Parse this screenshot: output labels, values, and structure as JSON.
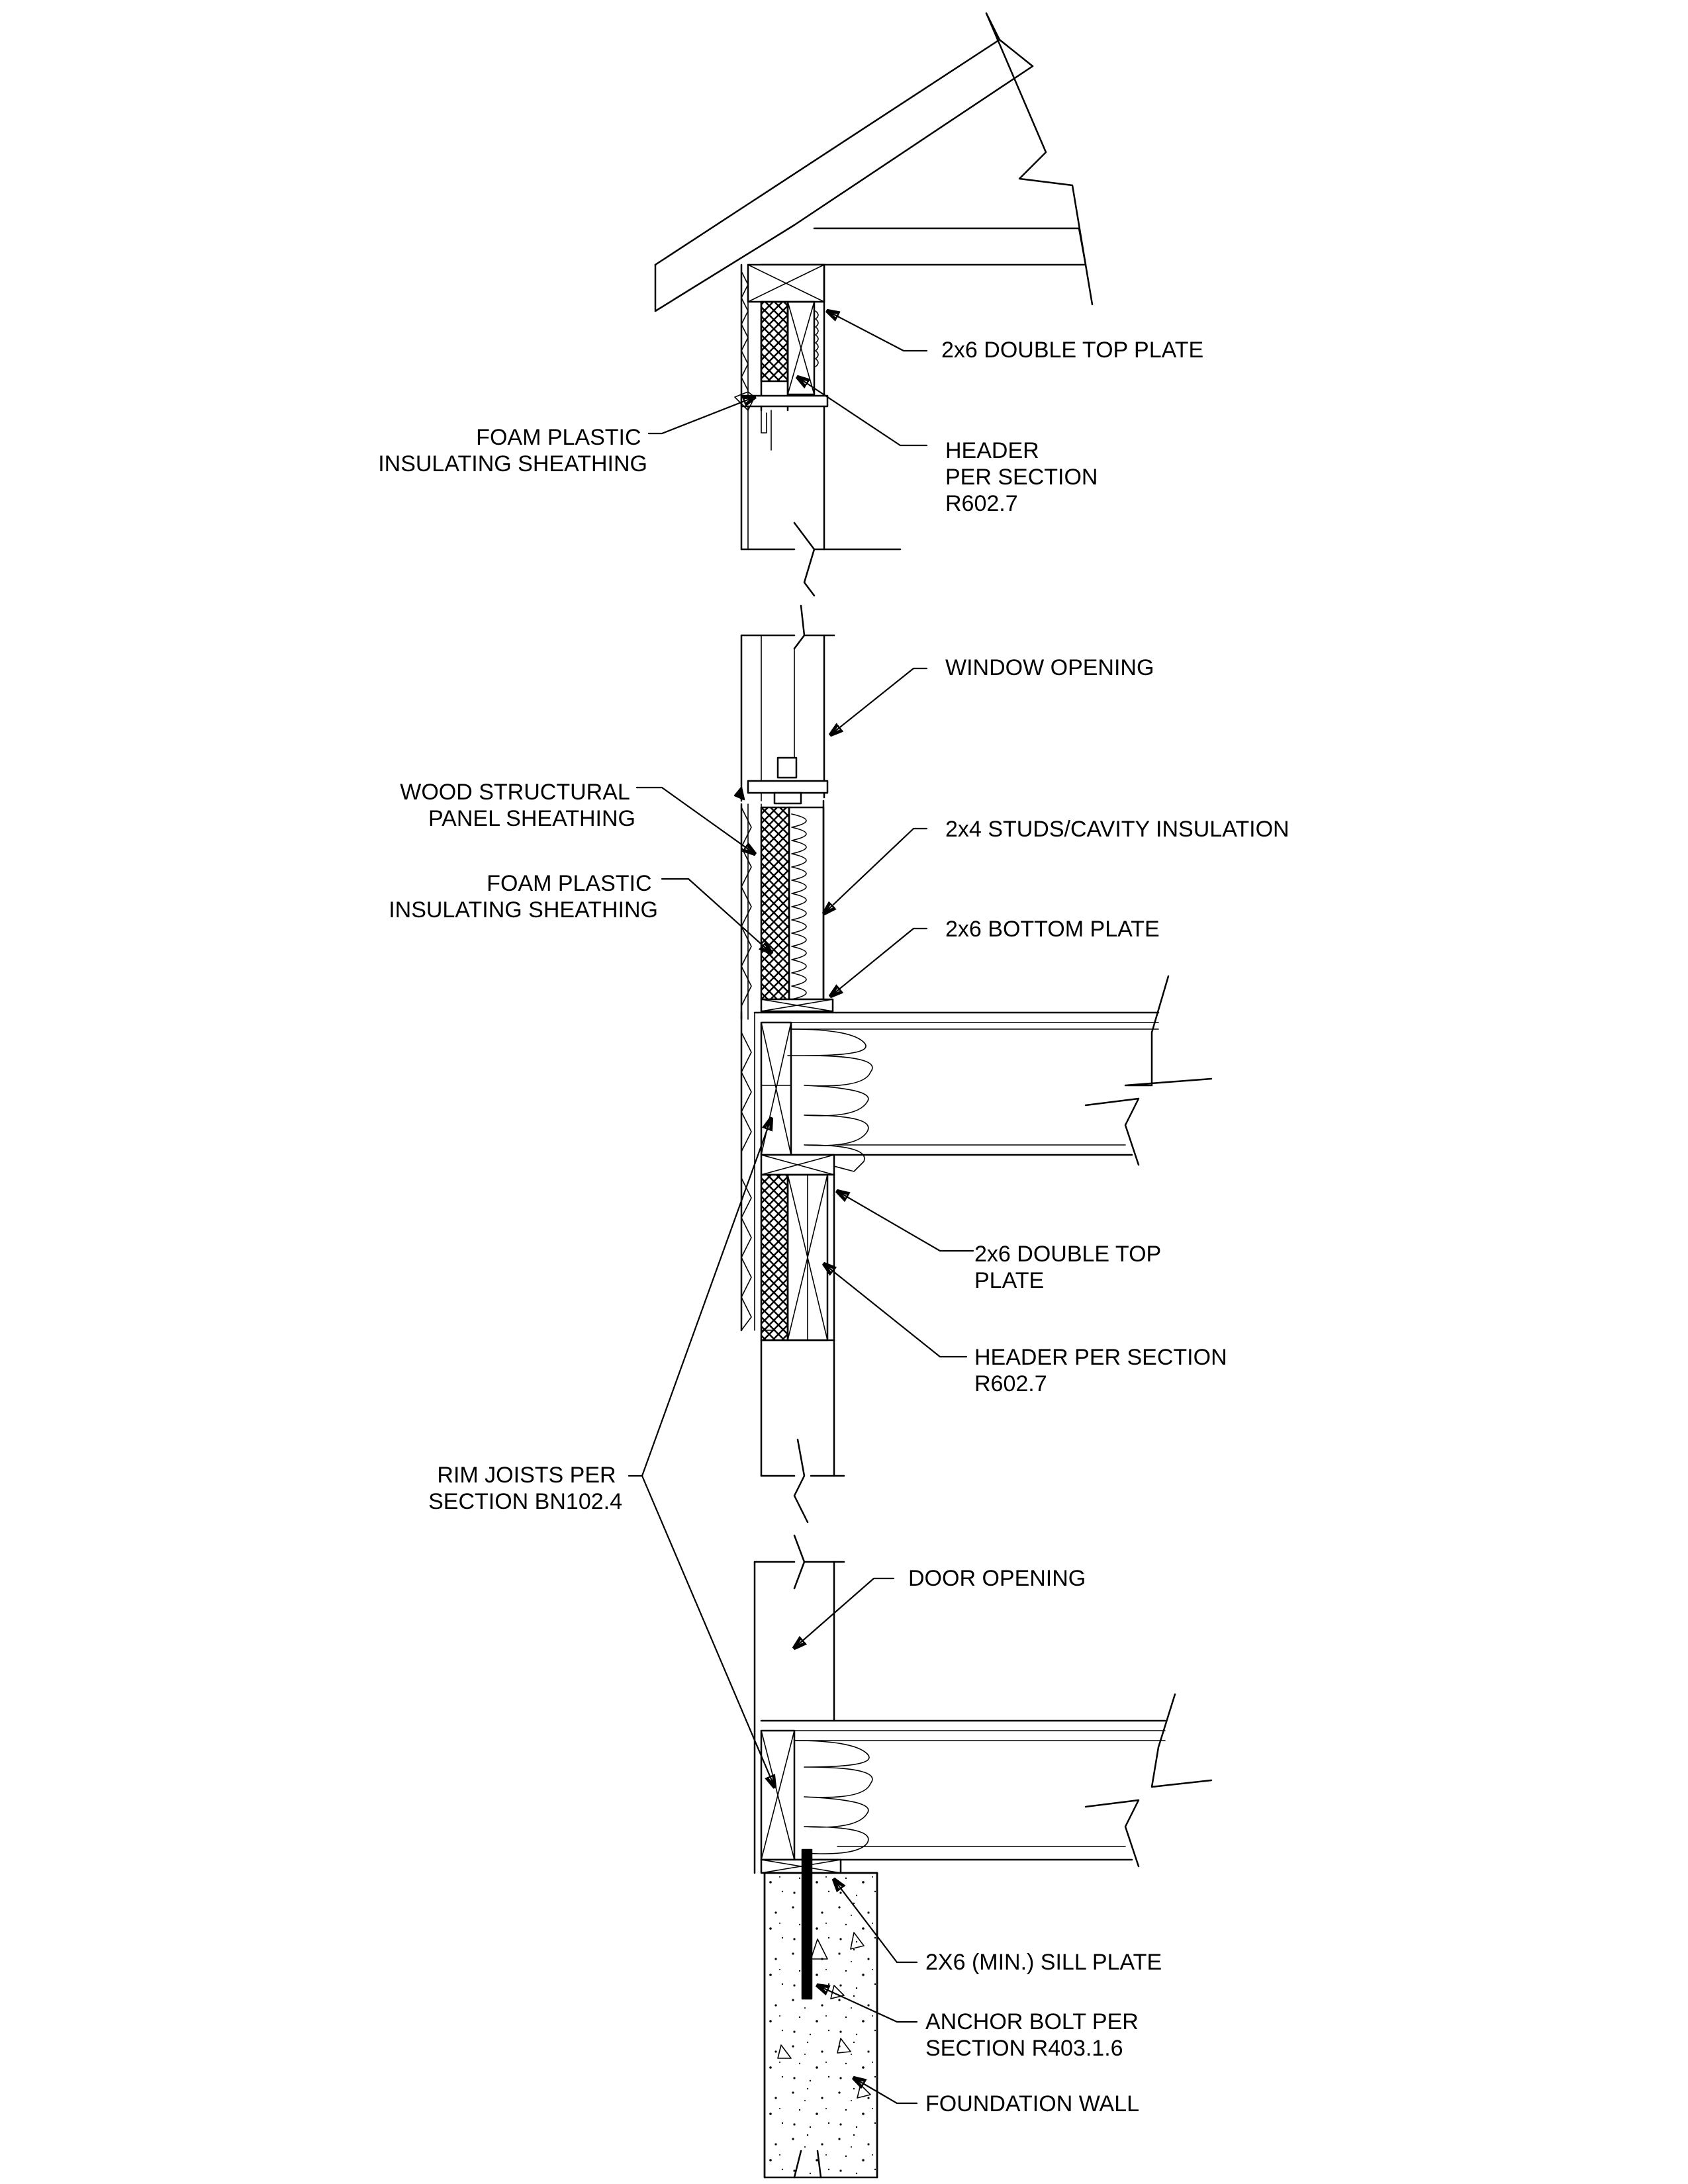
{
  "labels": {
    "double_top_plate_roof": "2x6 DOUBLE TOP PLATE",
    "header_roof": [
      "HEADER",
      "PER SECTION",
      "R602.7"
    ],
    "foam_sheathing_top": [
      "FOAM PLASTIC",
      "INSULATING SHEATHING"
    ],
    "window_opening": "WINDOW OPENING",
    "wood_panel_sheathing": [
      "WOOD STRUCTURAL",
      "PANEL SHEATHING"
    ],
    "studs_cavity": "2x4 STUDS/CAVITY INSULATION",
    "foam_sheathing_mid": [
      "FOAM PLASTIC",
      "INSULATING SHEATHING"
    ],
    "bottom_plate": "2x6 BOTTOM PLATE",
    "double_top_plate_floor": [
      "2x6 DOUBLE TOP",
      "PLATE"
    ],
    "header_floor": [
      "HEADER PER SECTION",
      "R602.7"
    ],
    "rim_joists": [
      "RIM JOISTS PER",
      "SECTION BN102.4"
    ],
    "door_opening": "DOOR OPENING",
    "sill_plate": "2X6 (MIN.) SILL PLATE",
    "anchor_bolt": [
      "ANCHOR BOLT PER",
      "SECTION R403.1.6"
    ],
    "foundation_wall": "FOUNDATION WALL"
  }
}
